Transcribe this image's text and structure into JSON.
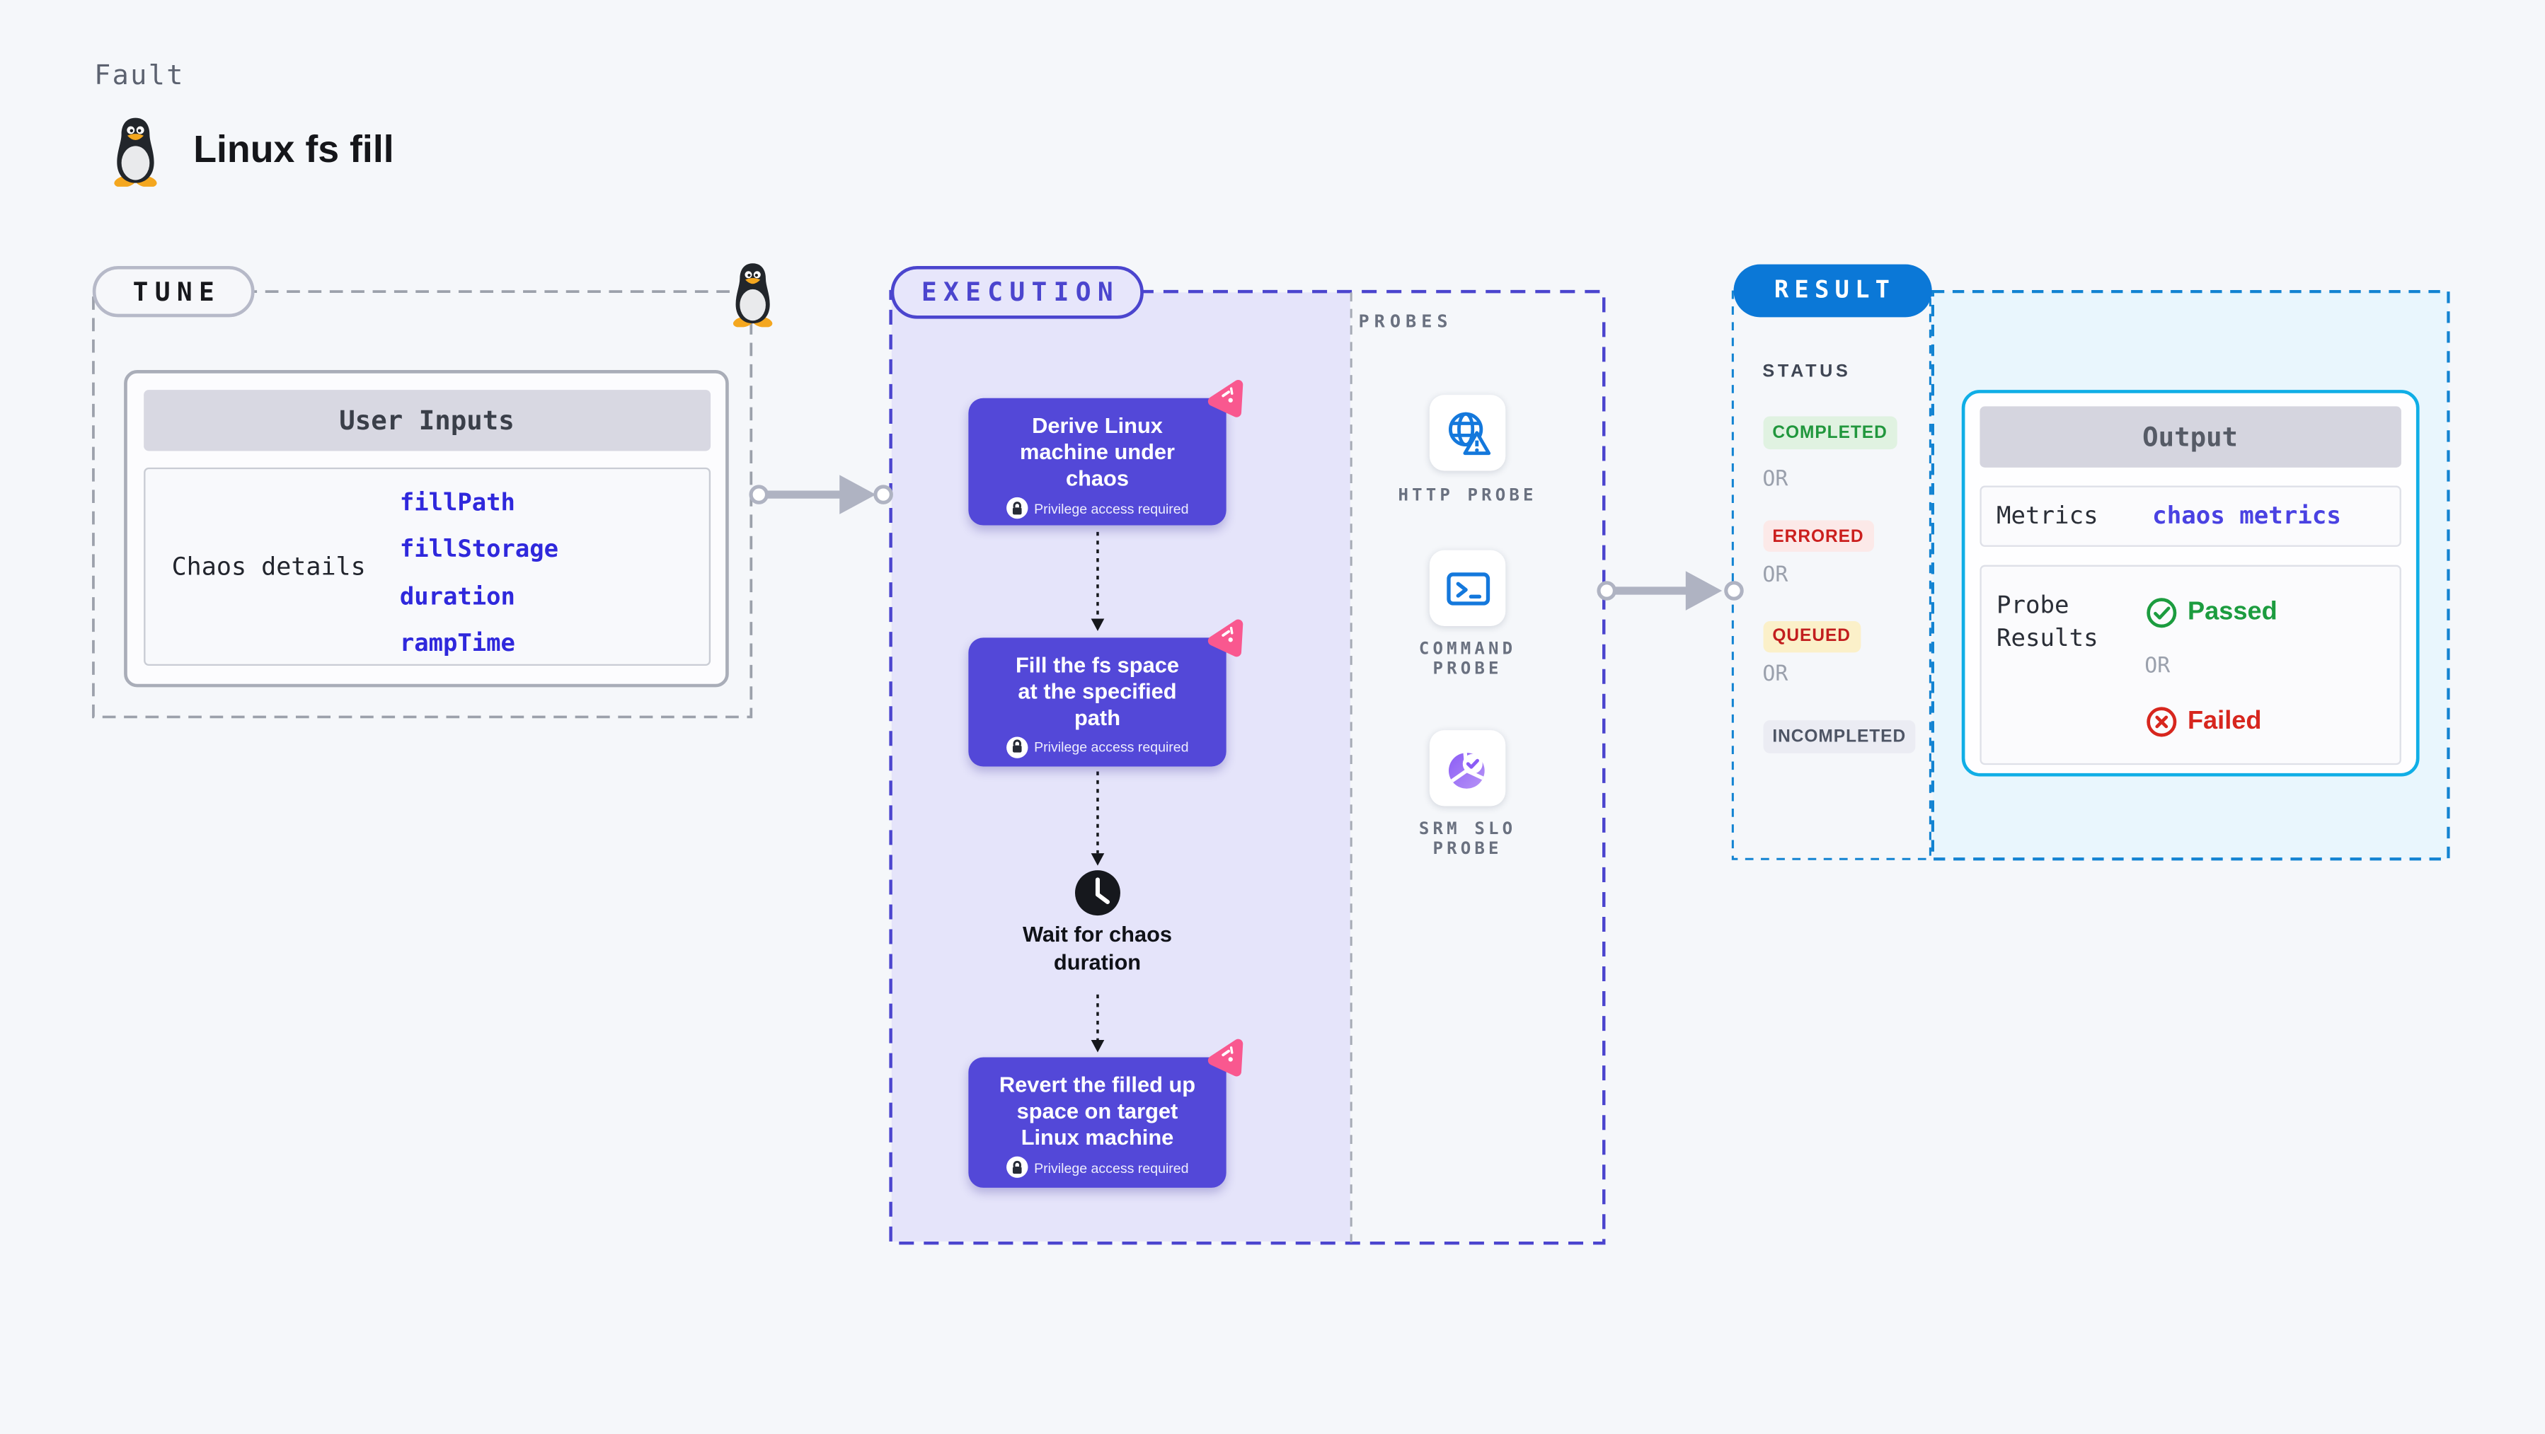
{
  "page": {
    "eyebrow": "Fault",
    "title": "Linux fs fill"
  },
  "tune": {
    "pill": "TUNE",
    "table_title": "User Inputs",
    "row_label": "Chaos details",
    "inputs": [
      "fillPath",
      "fillStorage",
      "duration",
      "rampTime"
    ]
  },
  "execution": {
    "pill": "EXECUTION",
    "steps": [
      {
        "title": "Derive Linux\nmachine under\nchaos",
        "badge": "Privilege access required"
      },
      {
        "title": "Fill the fs space\nat the specified\npath",
        "badge": "Privilege access required"
      },
      {
        "title": "Revert the filled up\nspace on target\nLinux machine",
        "badge": "Privilege access required"
      }
    ],
    "wait_label": "Wait for chaos\nduration"
  },
  "probes": {
    "title": "PROBES",
    "items": [
      {
        "name": "HTTP PROBE",
        "lines": "HTTP PROBE",
        "icon": "globe-alert-icon"
      },
      {
        "name": "COMMAND PROBE",
        "lines": "COMMAND\nPROBE",
        "icon": "terminal-icon"
      },
      {
        "name": "SRM SLO PROBE",
        "lines": "SRM SLO\nPROBE",
        "icon": "slo-donut-check-icon"
      }
    ]
  },
  "result": {
    "pill": "RESULT",
    "status_title": "STATUS",
    "or": "OR",
    "statuses": [
      {
        "label": "COMPLETED",
        "fg": "#21973D",
        "bg": "#E0F2E1"
      },
      {
        "label": "ERRORED",
        "fg": "#CB1F1E",
        "bg": "#FCE9E8"
      },
      {
        "label": "QUEUED",
        "fg": "#C21E1E",
        "bg": "#FBF0C9"
      },
      {
        "label": "INCOMPLETED",
        "fg": "#4E5565",
        "bg": "#EBECF3"
      }
    ],
    "output": {
      "title": "Output",
      "metrics_label": "Metrics",
      "metrics_value": "chaos metrics",
      "probe_results_label": "Probe\nResults",
      "passed": "Passed",
      "or": "OR",
      "failed": "Failed"
    }
  },
  "colors": {
    "page_bg": "#F5F7FA",
    "indigo_accent": "#4B45CE",
    "step_card_bg": "#5348D8",
    "lavender_fill": "#E5E4FA",
    "grey_dash": "#9CA1AB",
    "arrow_grey": "#AFB3C2",
    "result_blue": "#0B78D7",
    "result_dash_blue": "#1283D2",
    "result_fill": "#E9F6FD",
    "output_border_cyan": "#10AEE6",
    "value_blue": "#2F28DC",
    "metrics_value_indigo": "#4A42E2",
    "passed_green": "#1C9C3F",
    "failed_red": "#D7261E",
    "pink_chaos": "#F9588F",
    "probe_icon_blue": "#1478DC"
  }
}
